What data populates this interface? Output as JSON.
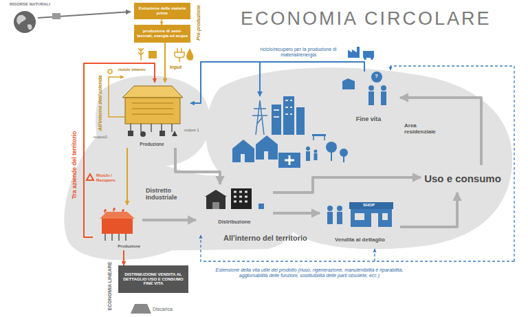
{
  "diagram": {
    "title": "ECONOMIA CIRCOLARE",
    "nodes": [
      {
        "text": [
          "Estrazione delle materie prime"
        ]
      },
      {
        "text": [
          "produzione di semi-lavorati, energia ed acqua"
        ]
      },
      {
        "text": [
          "Produzione"
        ]
      },
      {
        "text": [
          "Produzione"
        ]
      },
      {
        "text": [
          "Distribuzione"
        ]
      },
      {
        "text": [
          "Vendita al dettaglio"
        ]
      },
      {
        "text": [
          "Uso e consumo"
        ]
      },
      {
        "text": [
          "Fine vita"
        ]
      },
      {
        "text": [
          "DISTRIBUZIONE VENDITA AL DETTAGLIO USO E CONSUMO FINE VITA"
        ]
      }
    ],
    "edges": [
      {
        "from": 0,
        "to": 1,
        "arrow": "to"
      },
      {
        "from": 1,
        "to": 2,
        "arrow": "to",
        "label": "input"
      },
      {
        "from": 2,
        "to": 3,
        "arrow": "to"
      },
      {
        "from": 2,
        "to": 4,
        "arrow": "to"
      },
      {
        "from": 3,
        "to": 4,
        "arrow": "to"
      },
      {
        "from": 4,
        "to": 5,
        "arrow": "to"
      },
      {
        "from": 4,
        "to": 6,
        "arrow": "to"
      },
      {
        "from": 5,
        "to": 6,
        "arrow": "to"
      },
      {
        "from": 6,
        "to": 7,
        "arrow": "to"
      },
      {
        "from": 7,
        "to": 2,
        "arrow": "to",
        "label": "riciclo/recupero per la produzione di materiali/energia"
      },
      {
        "from": 3,
        "to": 2,
        "arrow": "to"
      },
      {
        "from": 3,
        "to": 8,
        "arrow": "to"
      }
    ],
    "labels": [
      "RISORSE NATURALI",
      "Pre-produzione",
      "All'interno dell'azienda",
      "riciclo interno",
      "output2",
      "output 1",
      "Distretto Industriale",
      "Tra aziende del territorio",
      "Riciclo / Recupero",
      "All'interno del territorio",
      "Area residenziale",
      "SHOP",
      "Estensione della vita utile del prodotto (riuso, rigenerazione, manutenibilità e riparabilità, aggiornabilità delle funzioni, sostituibilità delle parti obsolete, ecc.)",
      "ECONOMIA LINEARE",
      "Discarica",
      "?"
    ]
  }
}
